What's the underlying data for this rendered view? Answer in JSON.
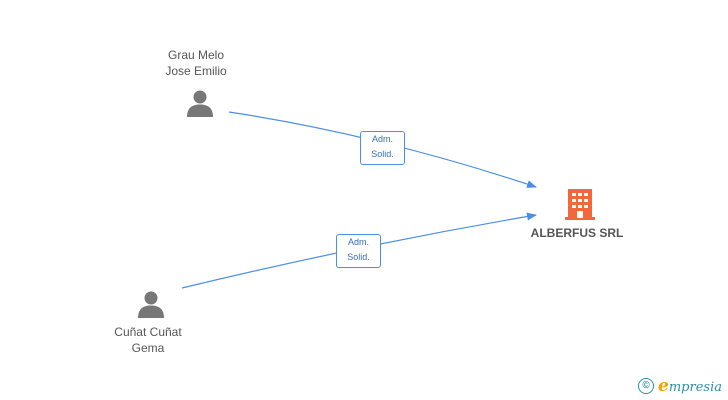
{
  "nodes": {
    "person_1": {
      "line1": "Grau Melo",
      "line2": "Jose Emilio",
      "icon": "person-icon"
    },
    "person_2": {
      "line1": "Cuñat Cuñat",
      "line2": "Gema",
      "icon": "person-icon"
    },
    "company": {
      "name": "ALBERFUS SRL",
      "icon": "building-icon"
    }
  },
  "edges": [
    {
      "from": "person_1",
      "to": "company",
      "line1": "Adm.",
      "line2": "Solid."
    },
    {
      "from": "person_2",
      "to": "company",
      "line1": "Adm.",
      "line2": "Solid."
    }
  ],
  "colors": {
    "edge": "#4a8fe0",
    "person": "#777777",
    "company": "#f2683c",
    "brand": "#2e8fa8",
    "brand_accent": "#f0a000"
  },
  "footer": {
    "copyright": "©",
    "brand_initial": "e",
    "brand_rest": "mpresia"
  }
}
